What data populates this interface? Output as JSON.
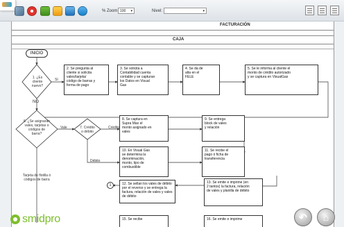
{
  "toolbar": {
    "zoom_label": "% Zoom",
    "zoom_value": "100",
    "nivel_label": "Nivel:",
    "nivel_value": "",
    "icons": [
      "app-logo-icon",
      "gallery-icon",
      "red-target-icon",
      "green-grid-icon",
      "warning-icon",
      "blue-window-icon",
      "cloud-icon",
      "monitor-icon",
      "list-icon",
      "print-icon"
    ]
  },
  "diagram": {
    "header_facturacion": "FACTURACIÓN",
    "header_caja": "CAJA",
    "start": "INICIO",
    "nodes": {
      "n1": "1. ¿Es cliente nuevo?",
      "n2": "2. Se pregunta al cliente si solicita vales/tarjeta/ código de barras y forma de pago",
      "n3": "3. Se solicita a Contabilidad cuenta contable y se capturan los Datos en Visual Gas",
      "n4": "4. Se da de alta en el FELE",
      "n5": "5. Se le informa al cliente el monto de crédito autorizado y se captura en VisualGas",
      "n6": "6. ¿Se asignarán vales, tarjetas o códigos de barra?",
      "n7": "7. Crédito o débito",
      "n8": "8. Se captura en Supra Max el monto asignado en vales",
      "n9": "9. Se entrega block de vales y relación",
      "n10": "10. En Visual Gas se determina la denominación, monto, tipo de combustible",
      "n11": "11. Se recibe el pago ó ficha de transferencia",
      "n12": "12. Se sellan los vales de débito por el reverso y se entrega la factura, relación de vales y vales de débito",
      "n13": "13. Se emite e imprime (en 2 tantos) la factura, relación de vales y planilla de débito",
      "n15": "15. Se recibe",
      "n16": "16. Se emite e imprime"
    },
    "labels": {
      "si": "SI",
      "no": "NO",
      "vale": "Vale",
      "credito": "Crédito",
      "debito": "Débito",
      "tarjeta": "Tarjeta de flotilla ó códigos de barra"
    },
    "connector": "1"
  },
  "footer": {
    "brand": "smidpro",
    "brand_color": "#7ebe2e",
    "back_icon": "back-arrow-icon",
    "home_icon": "home-icon"
  }
}
